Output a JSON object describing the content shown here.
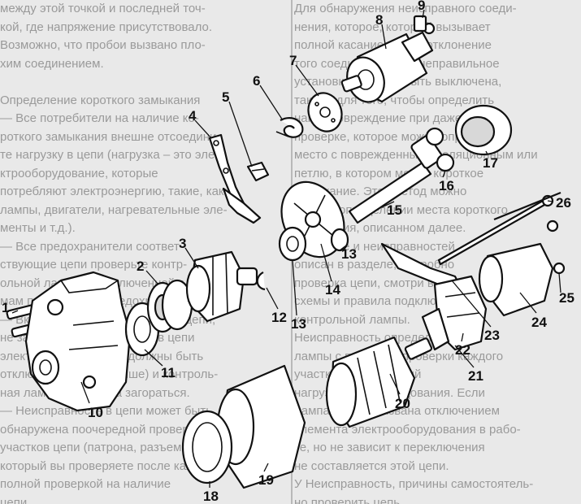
{
  "background_text": {
    "left_lines": [
      "между этой точкой и последней точ-",
      "кой, где напряжение присутствовало.",
      "Возможно, что пробои вызвано пло-",
      "хим соединением.",
      "",
      "Определение короткого замыкания",
      "— Все потребители на наличие ко-",
      "роткого замыкания внешне отсоедини-",
      "те нагрузку в цепи (нагрузка – это эле-",
      "ктрооборудование, которые",
      "потребляют электроэнергию, такие, как",
      "лампы, двигатели, нагревательные эле-",
      "менты и т.д.).",
      "— Все предохранители соответ-",
      "ствующие цепи проверьте контр-",
      "ольной лампой, подключенной к клем-",
      "мам подключения предохранителей.",
      "— Включите все выключатели в цепи,",
      "не забывайте, что нагрузки в цепи",
      "электрооборудования должны быть",
      "отключены (смотри выше) и контроль-",
      "ная лампа не должна загораться.",
      "— Неисправность в цепи может быть",
      "обнаружена поочередной проверкой",
      "участков цепи (патрона, разъема),",
      "который вы проверяете после каждого",
      "полной проверкой на наличие",
      "цепи."
    ],
    "right_lines": [
      "Для обнаружения неисправного соеди-",
      "нения, которое, который вызывает",
      "полной касание к цепи отклонение",
      "того соединения, или неправильное",
      "установки) должна быть выключена,",
      "так как для того, чтобы определить",
      "найти повреждение при даже",
      "проверке, которое можно определить",
      "место с поврежденным изоляционным или",
      "петлю, в котором может короткое",
      "замыкание. Этот метод можно",
      "как при определении места короткого",
      "замыкания, описанном далее.",
      "Хранение и неисправностей",
      "описан в разделе, подробно",
      "проверка цепи, смотри выше",
      "схемы и правила подключения",
      "контрольной лампы.",
      "Неисправность определить",
      "лампы с помощью проверки каждого",
      "участка цепи, который",
      "нагрузки для оборудования. Если",
      "лампа в цепи вызвана отключением",
      "элемента электрооборудования в рабо-",
      "те, но не зависит к переключения",
      "не составляется этой цепи.",
      "У Неисправность, причины самостоятель-",
      "но проверить цепь."
    ]
  },
  "callouts": [
    {
      "id": "1",
      "label": "1"
    },
    {
      "id": "2",
      "label": "2"
    },
    {
      "id": "3",
      "label": "3"
    },
    {
      "id": "4",
      "label": "4"
    },
    {
      "id": "5",
      "label": "5"
    },
    {
      "id": "6",
      "label": "6"
    },
    {
      "id": "7",
      "label": "7"
    },
    {
      "id": "8",
      "label": "8"
    },
    {
      "id": "9",
      "label": "9"
    },
    {
      "id": "10",
      "label": "10"
    },
    {
      "id": "11",
      "label": "11"
    },
    {
      "id": "12",
      "label": "12"
    },
    {
      "id": "13a",
      "label": "13"
    },
    {
      "id": "13b",
      "label": "13"
    },
    {
      "id": "14",
      "label": "14"
    },
    {
      "id": "15",
      "label": "15"
    },
    {
      "id": "16",
      "label": "16"
    },
    {
      "id": "17",
      "label": "17"
    },
    {
      "id": "18",
      "label": "18"
    },
    {
      "id": "19",
      "label": "19"
    },
    {
      "id": "20",
      "label": "20"
    },
    {
      "id": "21",
      "label": "21"
    },
    {
      "id": "22",
      "label": "22"
    },
    {
      "id": "23",
      "label": "23"
    },
    {
      "id": "24",
      "label": "24"
    },
    {
      "id": "25",
      "label": "25"
    },
    {
      "id": "26",
      "label": "26"
    }
  ],
  "colors": {
    "ink": "#111111",
    "paper": "#e9e9e9",
    "faded_text": "#9a9a9a"
  }
}
